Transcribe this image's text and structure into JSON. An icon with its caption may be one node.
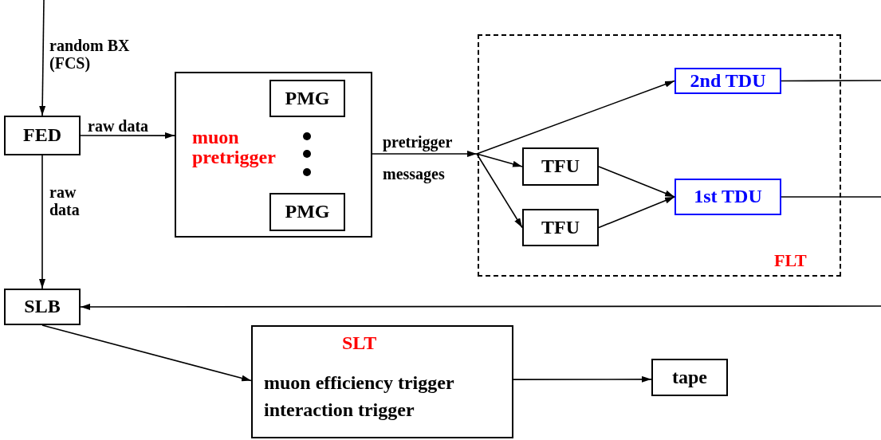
{
  "diagram": {
    "nodes": [
      {
        "text": [
          "FED"
        ]
      },
      {
        "text": [
          "muon pretrigger"
        ]
      },
      {
        "text": [
          "PMG"
        ],
        "in": 1
      },
      {
        "text": [
          "PMG"
        ],
        "in": 1
      },
      {
        "text": [
          "FLT"
        ]
      },
      {
        "text": [
          "2nd TDU"
        ],
        "in": 4
      },
      {
        "text": [
          "TFU"
        ],
        "in": 4
      },
      {
        "text": [
          "TFU"
        ],
        "in": 4
      },
      {
        "text": [
          "1st TDU"
        ],
        "in": 4
      },
      {
        "text": [
          "SLB"
        ]
      },
      {
        "text": [
          "SLT",
          "muon efficiency trigger",
          "interaction trigger"
        ]
      },
      {
        "text": [
          "tape"
        ]
      }
    ],
    "edges": [
      {
        "from": null,
        "to": 0,
        "arrow": "to",
        "label": "random BX (FCS)"
      },
      {
        "from": 0,
        "to": 1,
        "arrow": "to",
        "label": "raw data"
      },
      {
        "from": 0,
        "to": 9,
        "arrow": "to",
        "label": "raw data"
      },
      {
        "from": 1,
        "to": 5,
        "arrow": "to",
        "label": "pretrigger messages"
      },
      {
        "from": 1,
        "to": 6,
        "arrow": "to"
      },
      {
        "from": 1,
        "to": 7,
        "arrow": "to"
      },
      {
        "from": 6,
        "to": 8,
        "arrow": "to"
      },
      {
        "from": 7,
        "to": 8,
        "arrow": "to"
      },
      {
        "from": 5,
        "to": null,
        "arrow": "none"
      },
      {
        "from": 8,
        "to": null,
        "arrow": "none"
      },
      {
        "from": null,
        "to": 9,
        "arrow": "to"
      },
      {
        "from": 9,
        "to": 10,
        "arrow": "to"
      },
      {
        "from": 10,
        "to": 11,
        "arrow": "to"
      }
    ]
  }
}
